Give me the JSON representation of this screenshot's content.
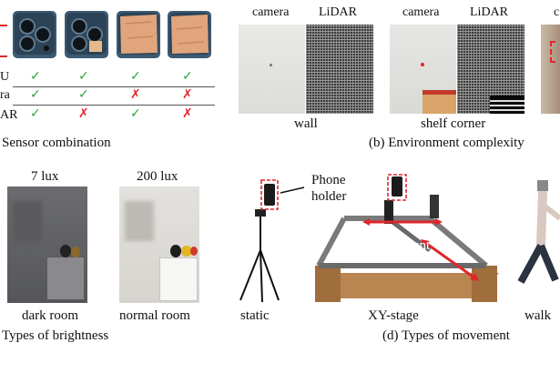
{
  "colors": {
    "check": "#2aa536",
    "cross": "#e0262b",
    "dashed_box": "#e0262b",
    "arrow": "#e0262b"
  },
  "panel_a": {
    "rows": [
      {
        "label": "U",
        "marks": [
          "check",
          "check",
          "check",
          "check"
        ]
      },
      {
        "label": "ra",
        "marks": [
          "check",
          "check",
          "cross",
          "cross"
        ]
      },
      {
        "label": "AR",
        "marks": [
          "check",
          "cross",
          "check",
          "cross"
        ]
      }
    ],
    "caption": "Sensor combination"
  },
  "panel_b": {
    "header_left_camera": "camera",
    "header_left_lidar": "LiDAR",
    "header_mid_camera": "camera",
    "header_mid_lidar": "LiDAR",
    "header_right_partial": "c",
    "label_wall": "wall",
    "label_shelf": "shelf corner",
    "caption": "(b) Environment complexity"
  },
  "panel_c": {
    "lux_low": "7 lux",
    "lux_high": "200 lux",
    "label_dark": "dark room",
    "label_normal": "normal room",
    "caption": "Types of brightness"
  },
  "panel_d": {
    "phone_holder_line1": "Phone",
    "phone_holder_line2": "holder",
    "xy_movement": "XY movement",
    "label_static": "static",
    "label_xy": "XY-stage",
    "label_walk": "walk",
    "caption": "(d) Types of movement"
  }
}
